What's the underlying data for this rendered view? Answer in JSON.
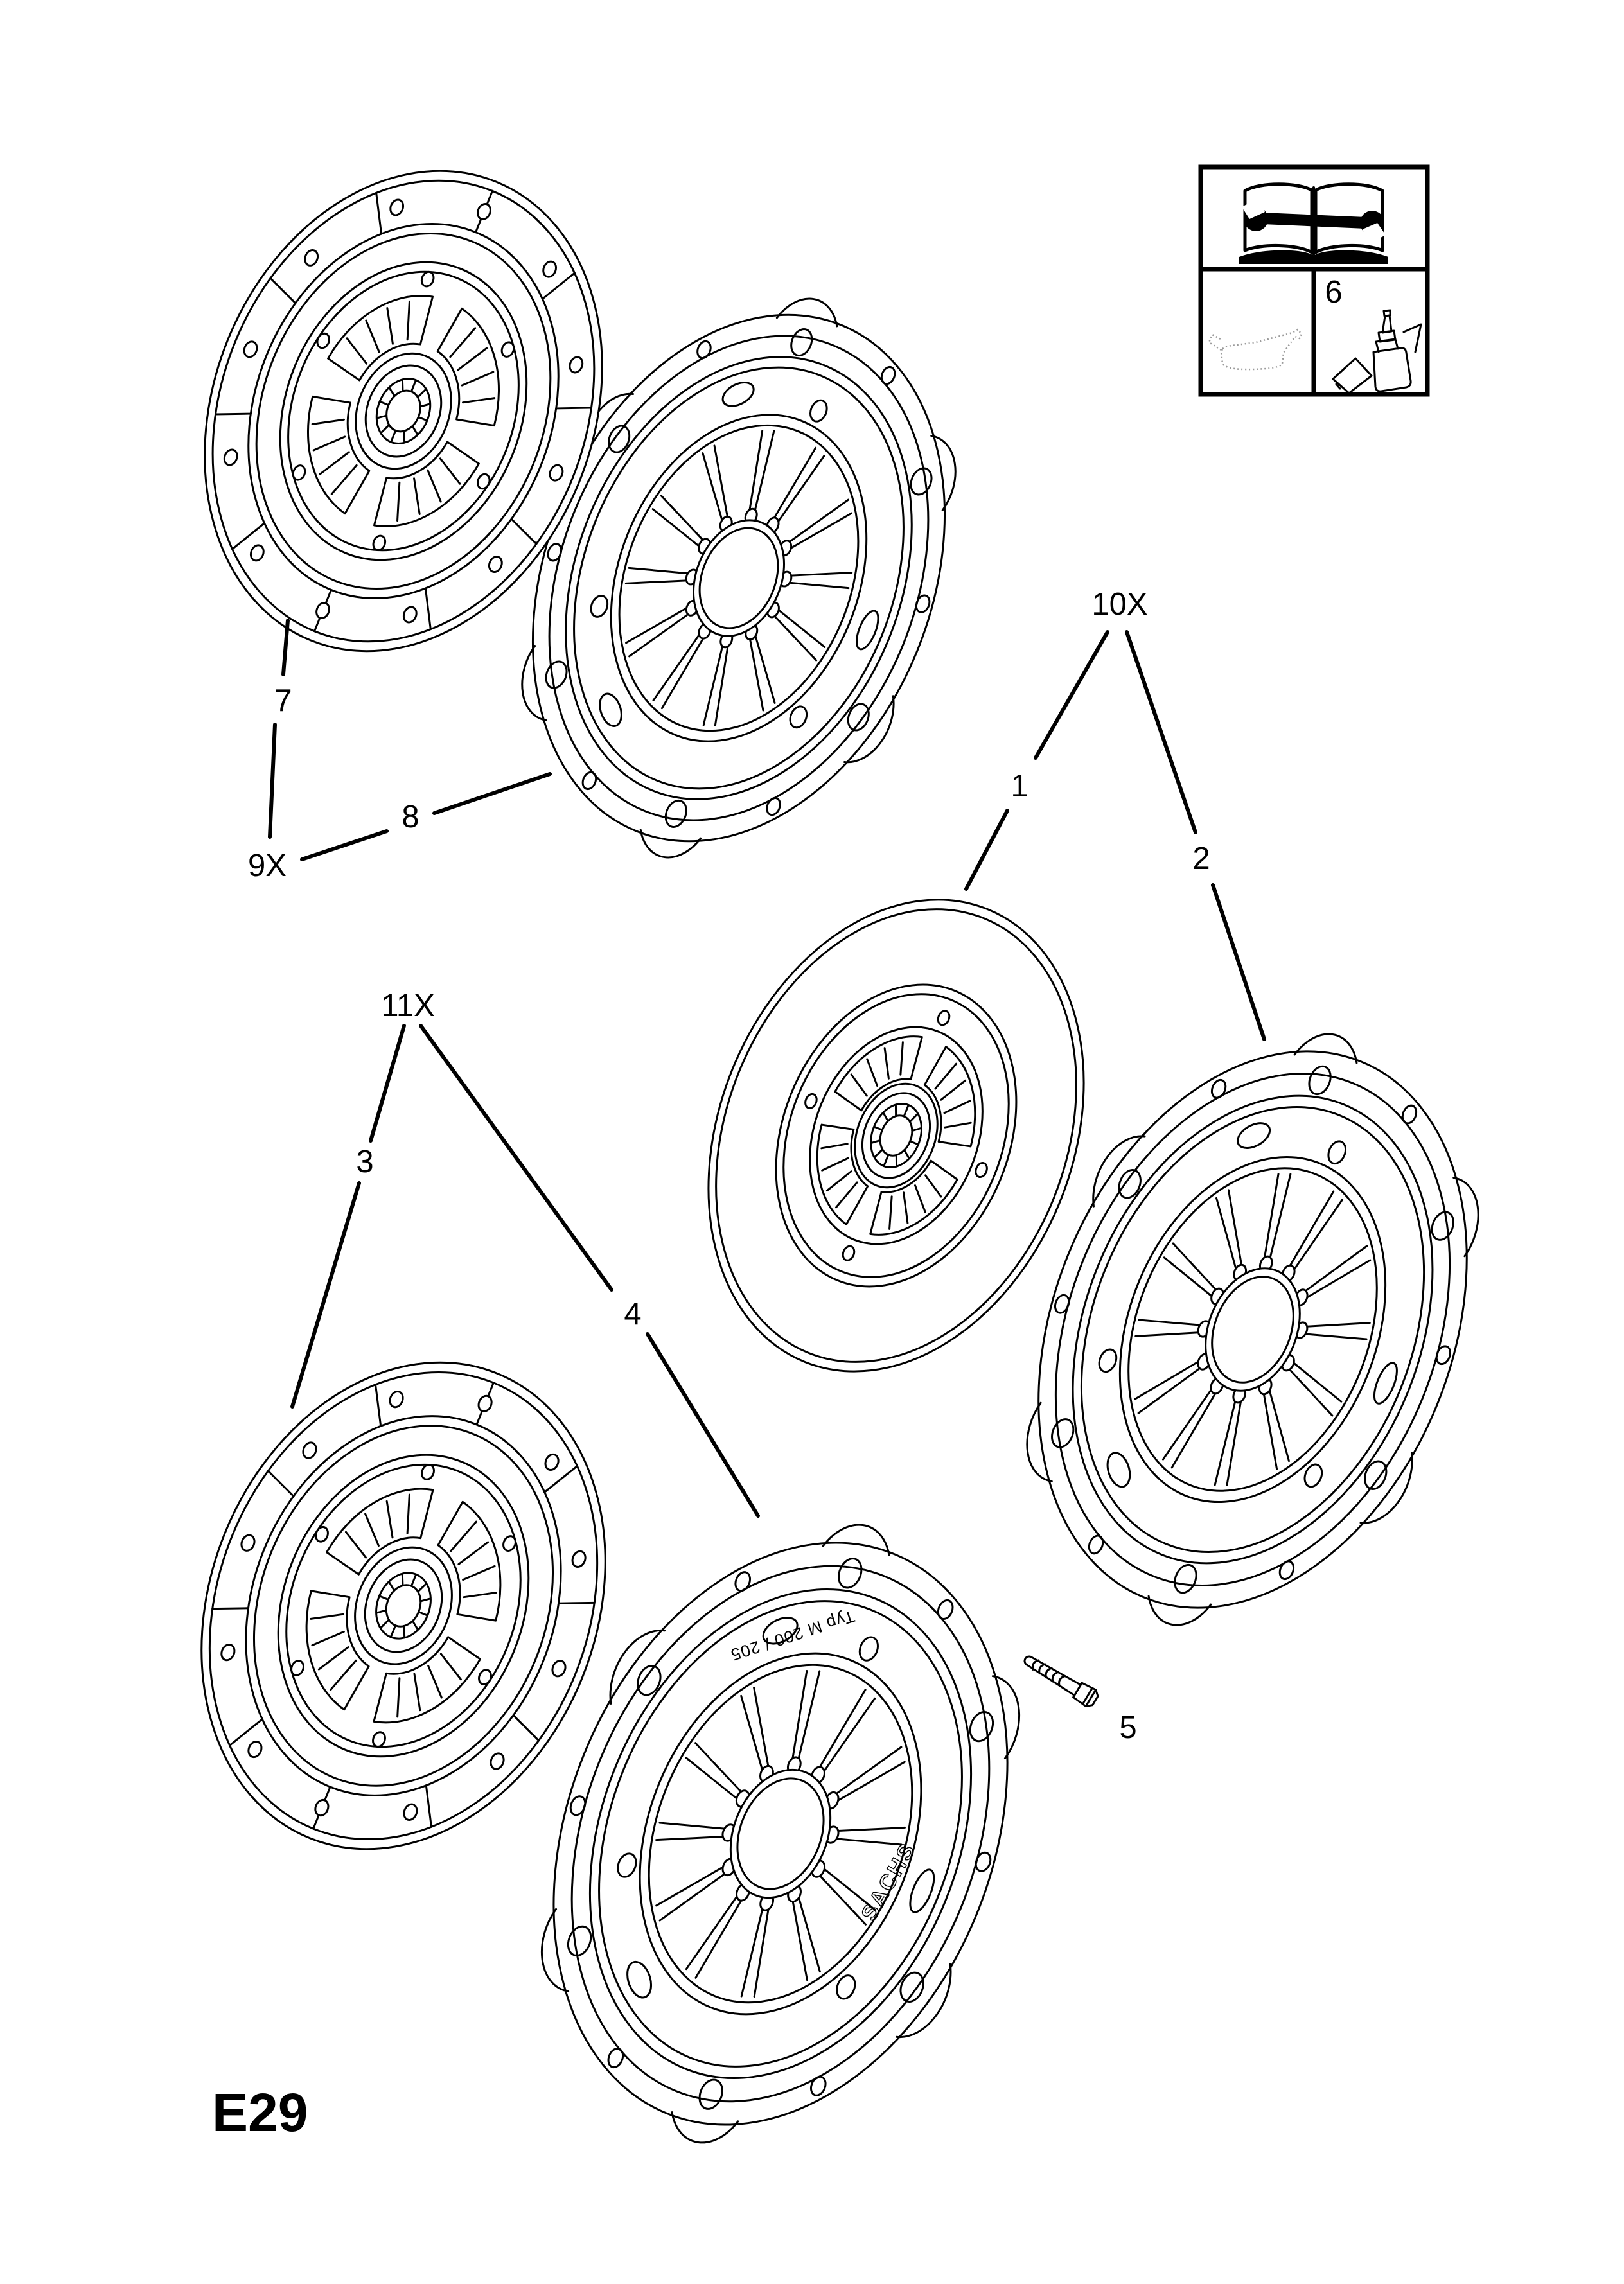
{
  "page": {
    "code": "E29",
    "background": "#ffffff",
    "ink": "#000000",
    "muted_ink": "#9b9b9b"
  },
  "callouts": {
    "c1": {
      "label": "1"
    },
    "c2": {
      "label": "2"
    },
    "c3": {
      "label": "3"
    },
    "c4": {
      "label": "4"
    },
    "c5": {
      "label": "5"
    },
    "c6": {
      "label": "6"
    },
    "c7": {
      "label": "7"
    },
    "c8": {
      "label": "8"
    },
    "c9": {
      "label": "9X"
    },
    "c10": {
      "label": "10X"
    },
    "c11": {
      "label": "11X"
    }
  },
  "legend_box": {
    "item_label": "6",
    "icons": [
      "book-and-wrench-icon",
      "oil-can-icon",
      "adhesive-bottle-icon"
    ]
  },
  "stamps": {
    "brand": "SACHS",
    "type_code": "Typ M 200 / 205"
  }
}
